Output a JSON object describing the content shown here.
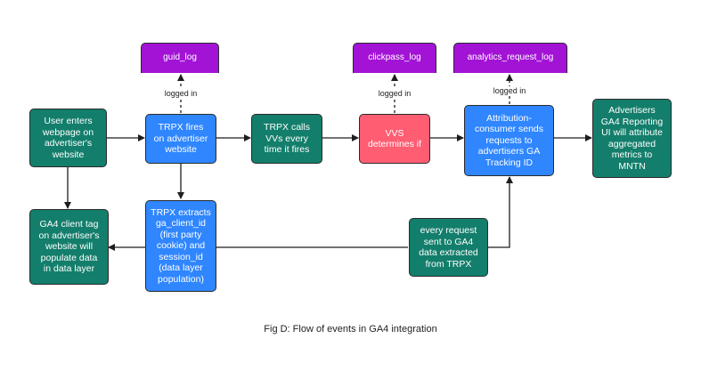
{
  "logs": {
    "guid_log": "guid_log",
    "clickpass_log": "clickpass_log",
    "analytics_request_log": "analytics_request_log"
  },
  "labels": {
    "logged_in": "logged in"
  },
  "nodes": {
    "user_enters": "User enters\nwebpage on\nadvertiser's\nwebsite",
    "trpx_fires": "TRPX fires\non advertiser\nwebsite",
    "trpx_calls": "TRPX calls\nVVs every\ntime it fires",
    "vvs_determines": "VVS\ndetermines if",
    "attribution_consumer": "Attribution-\nconsumer sends\nrequests to\nadvertisers GA\nTracking ID",
    "advertisers_ga4": "Advertisers\nGA4 Reporting\nUI will attribute\naggregated\nmetrics to\nMNTN",
    "ga4_client_tag": "GA4 client tag\non advertiser's\nwebsite will\npopulate data\nin data layer",
    "trpx_extracts": "TRPX extracts\nga_client_id\n(first party\ncookie) and\nsession_id\n(data layer\npopulation)",
    "every_request": "every request\nsent to GA4\ndata extracted\nfrom TRPX"
  },
  "caption": "Fig D: Flow of events in GA4 integration",
  "colors": {
    "green": "#137e6b",
    "blue": "#2f86ff",
    "red": "#ff5d72",
    "purple": "#a313d6"
  }
}
